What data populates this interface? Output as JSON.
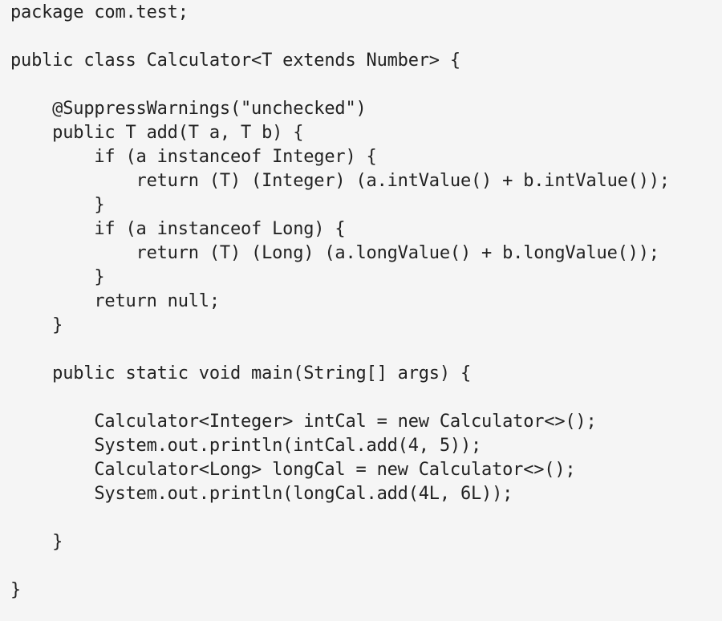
{
  "code": {
    "lines": [
      "package com.test;",
      "",
      "public class Calculator<T extends Number> {",
      "",
      "    @SuppressWarnings(\"unchecked\")",
      "    public T add(T a, T b) {",
      "        if (a instanceof Integer) {",
      "            return (T) (Integer) (a.intValue() + b.intValue());",
      "        }",
      "        if (a instanceof Long) {",
      "            return (T) (Long) (a.longValue() + b.longValue());",
      "        }",
      "        return null;",
      "    }",
      "",
      "    public static void main(String[] args) {",
      "",
      "        Calculator<Integer> intCal = new Calculator<>();",
      "        System.out.println(intCal.add(4, 5));",
      "        Calculator<Long> longCal = new Calculator<>();",
      "        System.out.println(longCal.add(4L, 6L));",
      "",
      "    }",
      "",
      "}"
    ],
    "colors": {
      "background": "#f5f5f5",
      "text": "#222222"
    }
  }
}
